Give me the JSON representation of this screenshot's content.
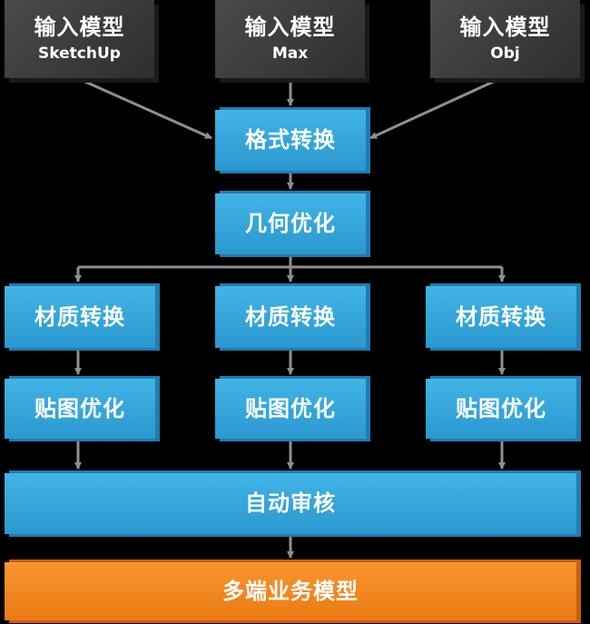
{
  "inputs": [
    {
      "title": "输入模型",
      "format": "SketchUp"
    },
    {
      "title": "输入模型",
      "format": "Max"
    },
    {
      "title": "输入模型",
      "format": "Obj"
    }
  ],
  "steps": {
    "format_convert": "格式转换",
    "geometry_optimize": "几何优化",
    "material_convert": [
      "材质转换",
      "材质转换",
      "材质转换"
    ],
    "texture_optimize": [
      "贴图优化",
      "贴图优化",
      "贴图优化"
    ],
    "auto_review": "自动审核",
    "output": "多端业务模型"
  },
  "colors": {
    "input_box": "#3a3a3a",
    "step_box": "#35a6dc",
    "output_box": "#f28a1f",
    "connector": "#8f8f8f"
  }
}
